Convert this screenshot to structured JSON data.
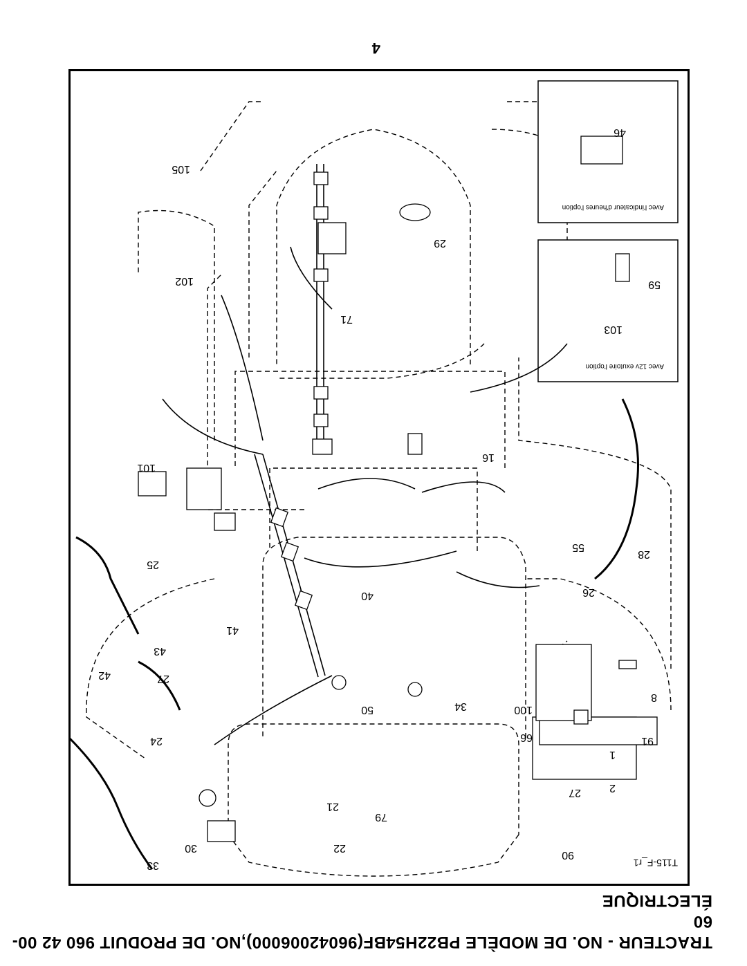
{
  "page": {
    "title_line1": "TRACTEUR - NO. DE MODÈLE PB22H54BF(96042006000),NO. DE PRODUIT 960 42 00-60",
    "title_line2": "ÉLECTRIQUE",
    "page_number": "4",
    "drawing_code": "T115-F_r1"
  },
  "insets": {
    "hour_meter_caption": "Avec l'indicateur d'heures l'option",
    "outlet_caption": "Avec 12v exutoire l'option"
  },
  "callouts": {
    "c1": "1",
    "c2": "2",
    "c8": "8",
    "c16": "16",
    "c21": "21",
    "c22": "22",
    "c24": "24",
    "c25": "25",
    "c26": "26",
    "c27a": "27",
    "c27b": "27",
    "c28": "28",
    "c29": "29",
    "c30": "30",
    "c33": "33",
    "c34": "34",
    "c40": "40",
    "c41": "41",
    "c42": "42",
    "c43": "43",
    "c46": "46",
    "c50": "50",
    "c55": "55",
    "c59": "59",
    "c66": "66",
    "c71": "71",
    "c79": "79",
    "c90": "90",
    "c91": "91",
    "c100": "100",
    "c101": "101",
    "c102": "102",
    "c103": "103",
    "c105": "105"
  }
}
